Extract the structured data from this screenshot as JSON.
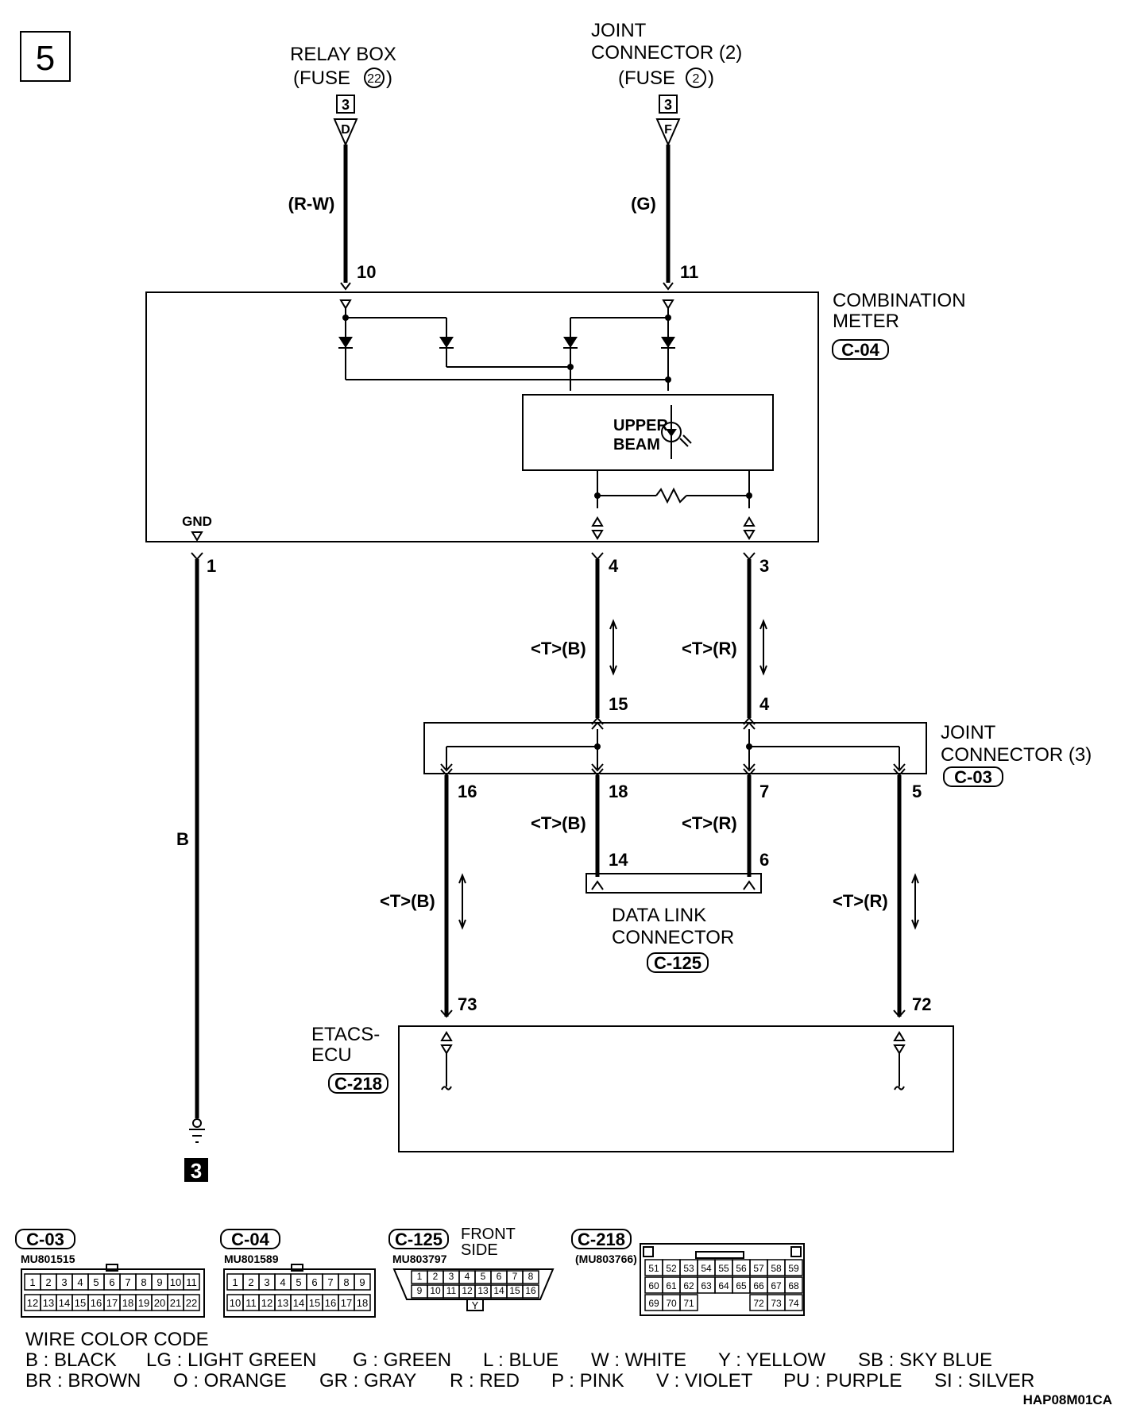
{
  "page_number": "5",
  "sources": {
    "relay_box": {
      "line1": "RELAY BOX",
      "line2": "(FUSE",
      "fuse_no": "22",
      "page_ref": "3",
      "terminal": "D"
    },
    "joint_connector_2": {
      "line1": "JOINT",
      "line2": "CONNECTOR (2)",
      "line3": "(FUSE",
      "fuse_no": "2",
      "page_ref": "3",
      "terminal": "F"
    }
  },
  "wires": {
    "r_w": "(R-W)",
    "g": "(G)",
    "t_b": "<T>(B)",
    "t_r": "<T>(R)",
    "b": "B"
  },
  "combination_meter": {
    "line1": "COMBINATION",
    "line2": "METER",
    "connector": "C-04",
    "upper_beam_line1": "UPPER",
    "upper_beam_line2": "BEAM",
    "gnd": "GND"
  },
  "joint_connector_3": {
    "line1": "JOINT",
    "line2": "CONNECTOR (3)",
    "connector": "C-03"
  },
  "data_link": {
    "line1": "DATA LINK",
    "line2": "CONNECTOR",
    "connector": "C-125"
  },
  "etacs": {
    "line1": "ETACS-",
    "line2": "ECU",
    "connector": "C-218"
  },
  "pins": {
    "p10": "10",
    "p11": "11",
    "p1": "1",
    "p4a": "4",
    "p3": "3",
    "p15": "15",
    "p4b": "4",
    "p16": "16",
    "p18": "18",
    "p7": "7",
    "p5": "5",
    "p14": "14",
    "p6": "6",
    "p73": "73",
    "p72": "72"
  },
  "ground_ref": "3",
  "connectors": {
    "c03": {
      "code": "C-03",
      "part": "MU801515",
      "row1": [
        "1",
        "2",
        "3",
        "4",
        "5",
        "6",
        "7",
        "8",
        "9",
        "10",
        "11"
      ],
      "row2": [
        "12",
        "13",
        "14",
        "15",
        "16",
        "17",
        "18",
        "19",
        "20",
        "21",
        "22"
      ]
    },
    "c04": {
      "code": "C-04",
      "part": "MU801589",
      "row1": [
        "1",
        "2",
        "3",
        "4",
        "5",
        "6",
        "7",
        "8",
        "9"
      ],
      "row2": [
        "10",
        "11",
        "12",
        "13",
        "14",
        "15",
        "16",
        "17",
        "18"
      ]
    },
    "c125": {
      "code": "C-125",
      "part": "MU803797",
      "side_line1": "FRONT",
      "side_line2": "SIDE",
      "row1": [
        "1",
        "2",
        "3",
        "4",
        "5",
        "6",
        "7",
        "8"
      ],
      "row2": [
        "9",
        "10",
        "11",
        "12",
        "13",
        "14",
        "15",
        "16"
      ],
      "key": "Y"
    },
    "c218": {
      "code": "C-218",
      "part": "(MU803766)",
      "row1": [
        "51",
        "52",
        "53",
        "54",
        "55",
        "56",
        "57",
        "58",
        "59"
      ],
      "row2": [
        "60",
        "61",
        "62",
        "63",
        "64",
        "65",
        "66",
        "67",
        "68"
      ],
      "row3": [
        "69",
        "70",
        "71",
        "",
        "",
        "",
        "72",
        "73",
        "74"
      ]
    }
  },
  "wire_color_code": {
    "title": "WIRE COLOR CODE",
    "line1": [
      "B : BLACK",
      "LG : LIGHT GREEN",
      "G : GREEN",
      "L : BLUE",
      "W : WHITE",
      "Y : YELLOW",
      "SB : SKY BLUE"
    ],
    "line2": [
      "BR : BROWN",
      "O : ORANGE",
      "GR : GRAY",
      "R : RED",
      "P : PINK",
      "V : VIOLET",
      "PU : PURPLE",
      "SI : SILVER"
    ]
  },
  "figure_code": "HAP08M01CA"
}
